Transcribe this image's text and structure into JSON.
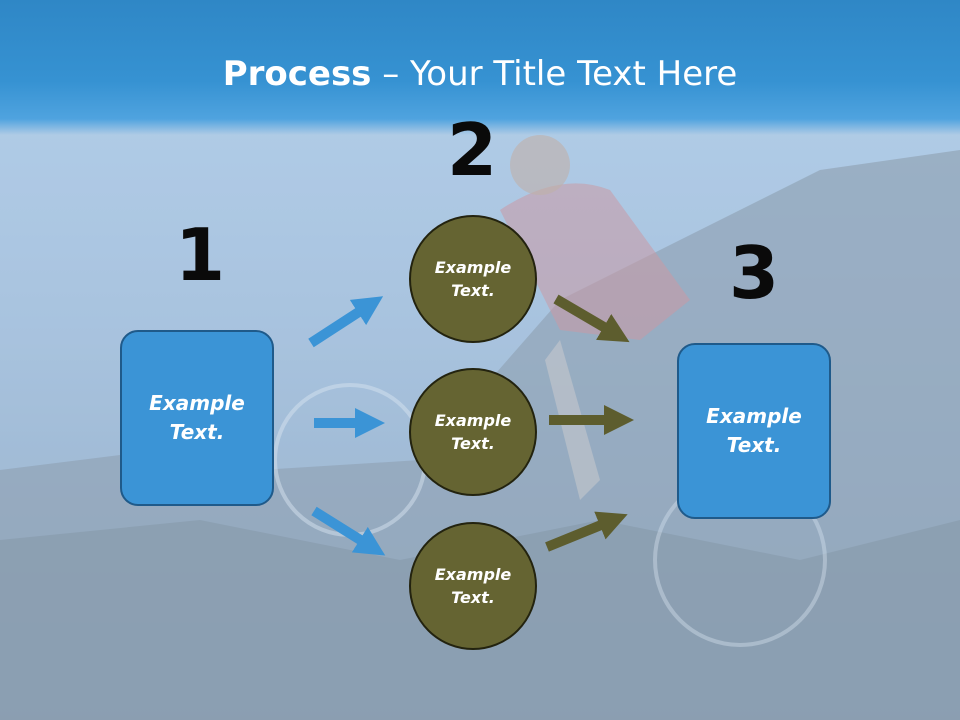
{
  "title": {
    "bold": "Process",
    "rest": " – Your Title Text Here"
  },
  "steps": [
    {
      "number": "1",
      "label": "Example\nText."
    },
    {
      "number": "2",
      "items": [
        "Example\nText.",
        "Example\nText.",
        "Example\nText."
      ]
    },
    {
      "number": "3",
      "label": "Example\nText."
    }
  ],
  "colors": {
    "blue": "#3b94d6",
    "olive": "#656432",
    "header": "#2f87c6"
  }
}
